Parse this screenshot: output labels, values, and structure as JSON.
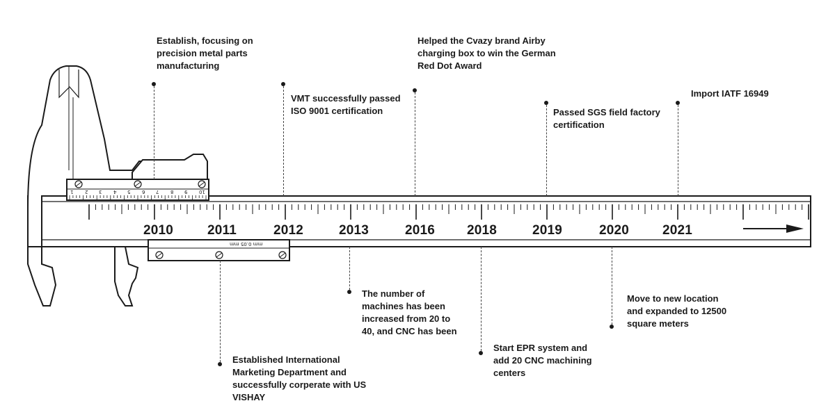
{
  "timeline": {
    "years": [
      "2010",
      "2011",
      "2012",
      "2013",
      "2016",
      "2018",
      "2019",
      "2020",
      "2021"
    ],
    "events_above": [
      {
        "year": "2010",
        "text": "Establish, focusing on\nprecision metal parts\nmanufacturing"
      },
      {
        "year": "2012",
        "text": "VMT successfully passed\nISO 9001 certification"
      },
      {
        "year": "2016",
        "text": "Helped the Cvazy brand Airby\ncharging box to win the German\nRed Dot Award"
      },
      {
        "year": "2019",
        "text": "Passed SGS field factory\ncertification"
      },
      {
        "year": "2021",
        "text": "Import IATF 16949"
      }
    ],
    "events_below": [
      {
        "year": "2011",
        "text": "Established International\nMarketing Department and\nsuccessfully corperate with US\nVISHAY"
      },
      {
        "year": "2013",
        "text": "The number of\nmachines has been\nincreased from 20 to\n40, and CNC has been"
      },
      {
        "year": "2018",
        "text": "Start EPR system and\nadd 20 CNC machining\ncenters"
      },
      {
        "year": "2020",
        "text": "Move to new location\nand expanded to 12500\nsquare meters"
      }
    ]
  },
  "caliper": {
    "upper_scale_digits": [
      "1",
      "2",
      "3",
      "4",
      "5",
      "6",
      "7",
      "8",
      "9",
      "10"
    ],
    "lower_scale_label": "mm 0.05 mm",
    "arrow_icon": "right-arrow-icon"
  }
}
